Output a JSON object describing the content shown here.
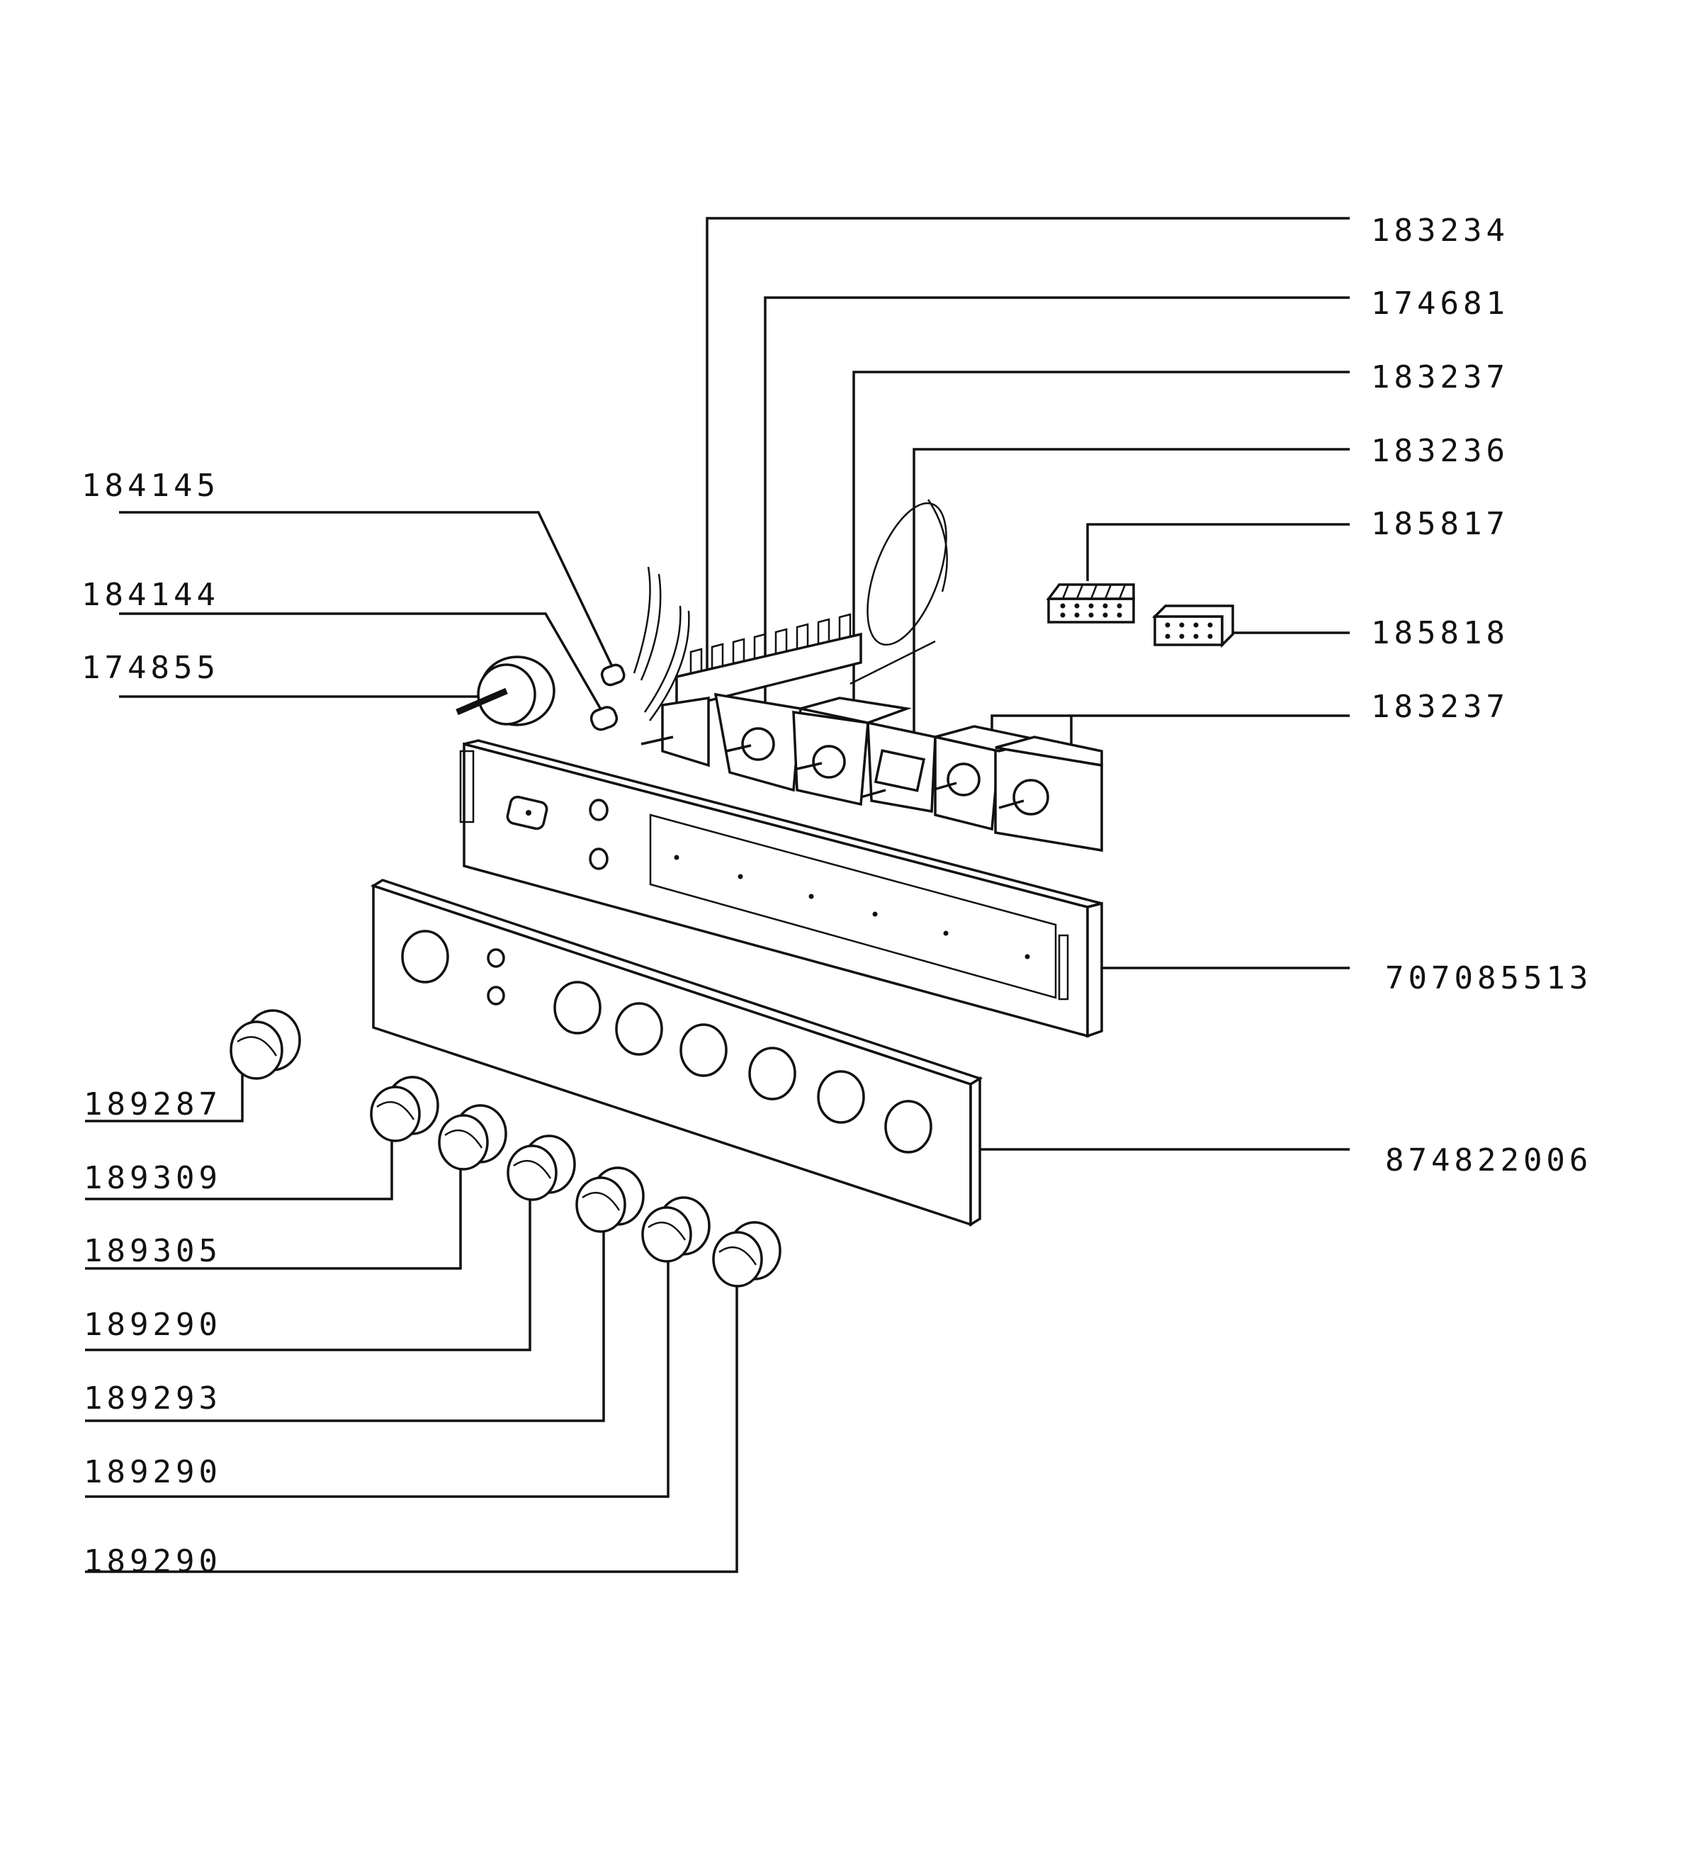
{
  "diagram": {
    "labels": {
      "p183234": "183234",
      "p174681": "174681",
      "p183237_top": "183237",
      "p183236": "183236",
      "p185817": "185817",
      "p185818": "185818",
      "p183237_right": "183237",
      "p184145": "184145",
      "p184144": "184144",
      "p174855": "174855",
      "p707085513": "707085513",
      "p874822006": "874822006",
      "p189287": "189287",
      "p189309": "189309",
      "p189305": "189305",
      "p189290_a": "189290",
      "p189293": "189293",
      "p189290_b": "189290",
      "p189290_c": "189290"
    }
  }
}
